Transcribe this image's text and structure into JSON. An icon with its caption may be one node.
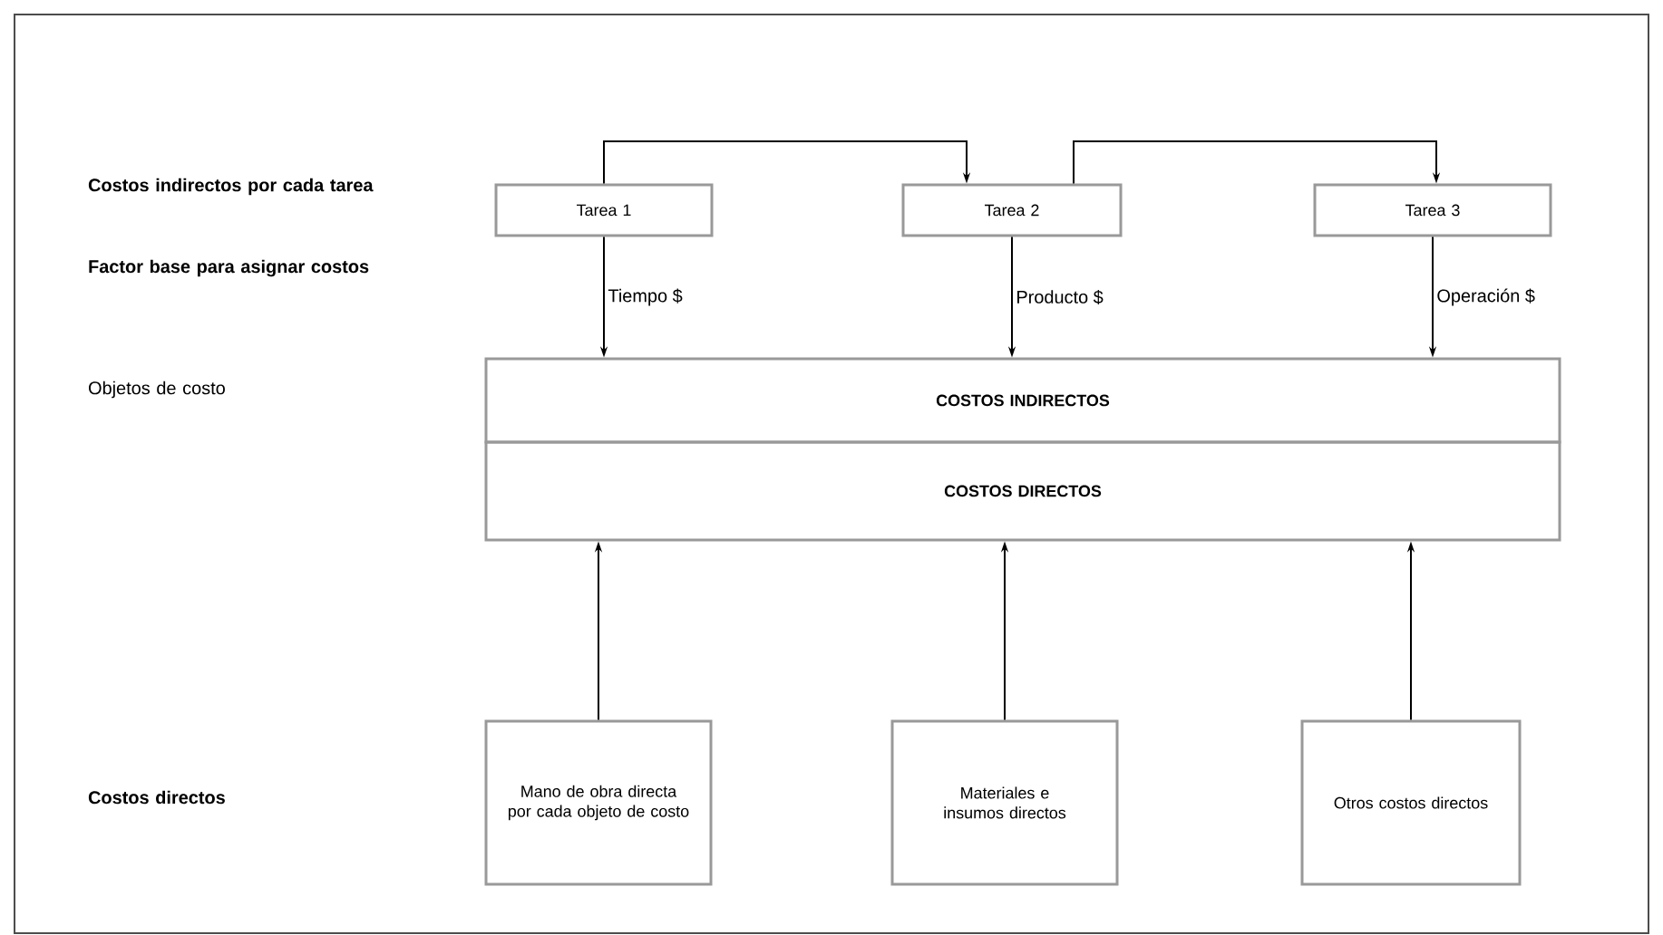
{
  "diagram": {
    "nodes": [
      {
        "text": [
          "Tarea 1"
        ]
      },
      {
        "text": [
          "Tarea 2"
        ]
      },
      {
        "text": [
          "Tarea 3"
        ]
      },
      {
        "text": [
          "COSTOS INDIRECTOS"
        ]
      },
      {
        "text": [
          "COSTOS DIRECTOS"
        ]
      },
      {
        "text": [
          "Mano de obra directa por cada objeto de costo"
        ]
      },
      {
        "text": [
          "Materiales e insumos directos"
        ]
      },
      {
        "text": [
          "Otros costos directos"
        ]
      }
    ],
    "edges": [
      {
        "from": 0,
        "to": 1,
        "arrow": "to"
      },
      {
        "from": 1,
        "to": 2,
        "arrow": "to"
      },
      {
        "from": 0,
        "to": 3,
        "arrow": "to",
        "label": "Tiempo $"
      },
      {
        "from": 1,
        "to": 3,
        "arrow": "to",
        "label": "Producto $"
      },
      {
        "from": 2,
        "to": 3,
        "arrow": "to",
        "label": "Operación $"
      },
      {
        "from": 5,
        "to": 4,
        "arrow": "to"
      },
      {
        "from": 6,
        "to": 4,
        "arrow": "to"
      },
      {
        "from": 7,
        "to": 4,
        "arrow": "to"
      }
    ],
    "labels": [
      "Costos indirectos por cada tarea",
      "Factor base para asignar costos",
      "Objetos de costo",
      "Costos directos"
    ]
  }
}
